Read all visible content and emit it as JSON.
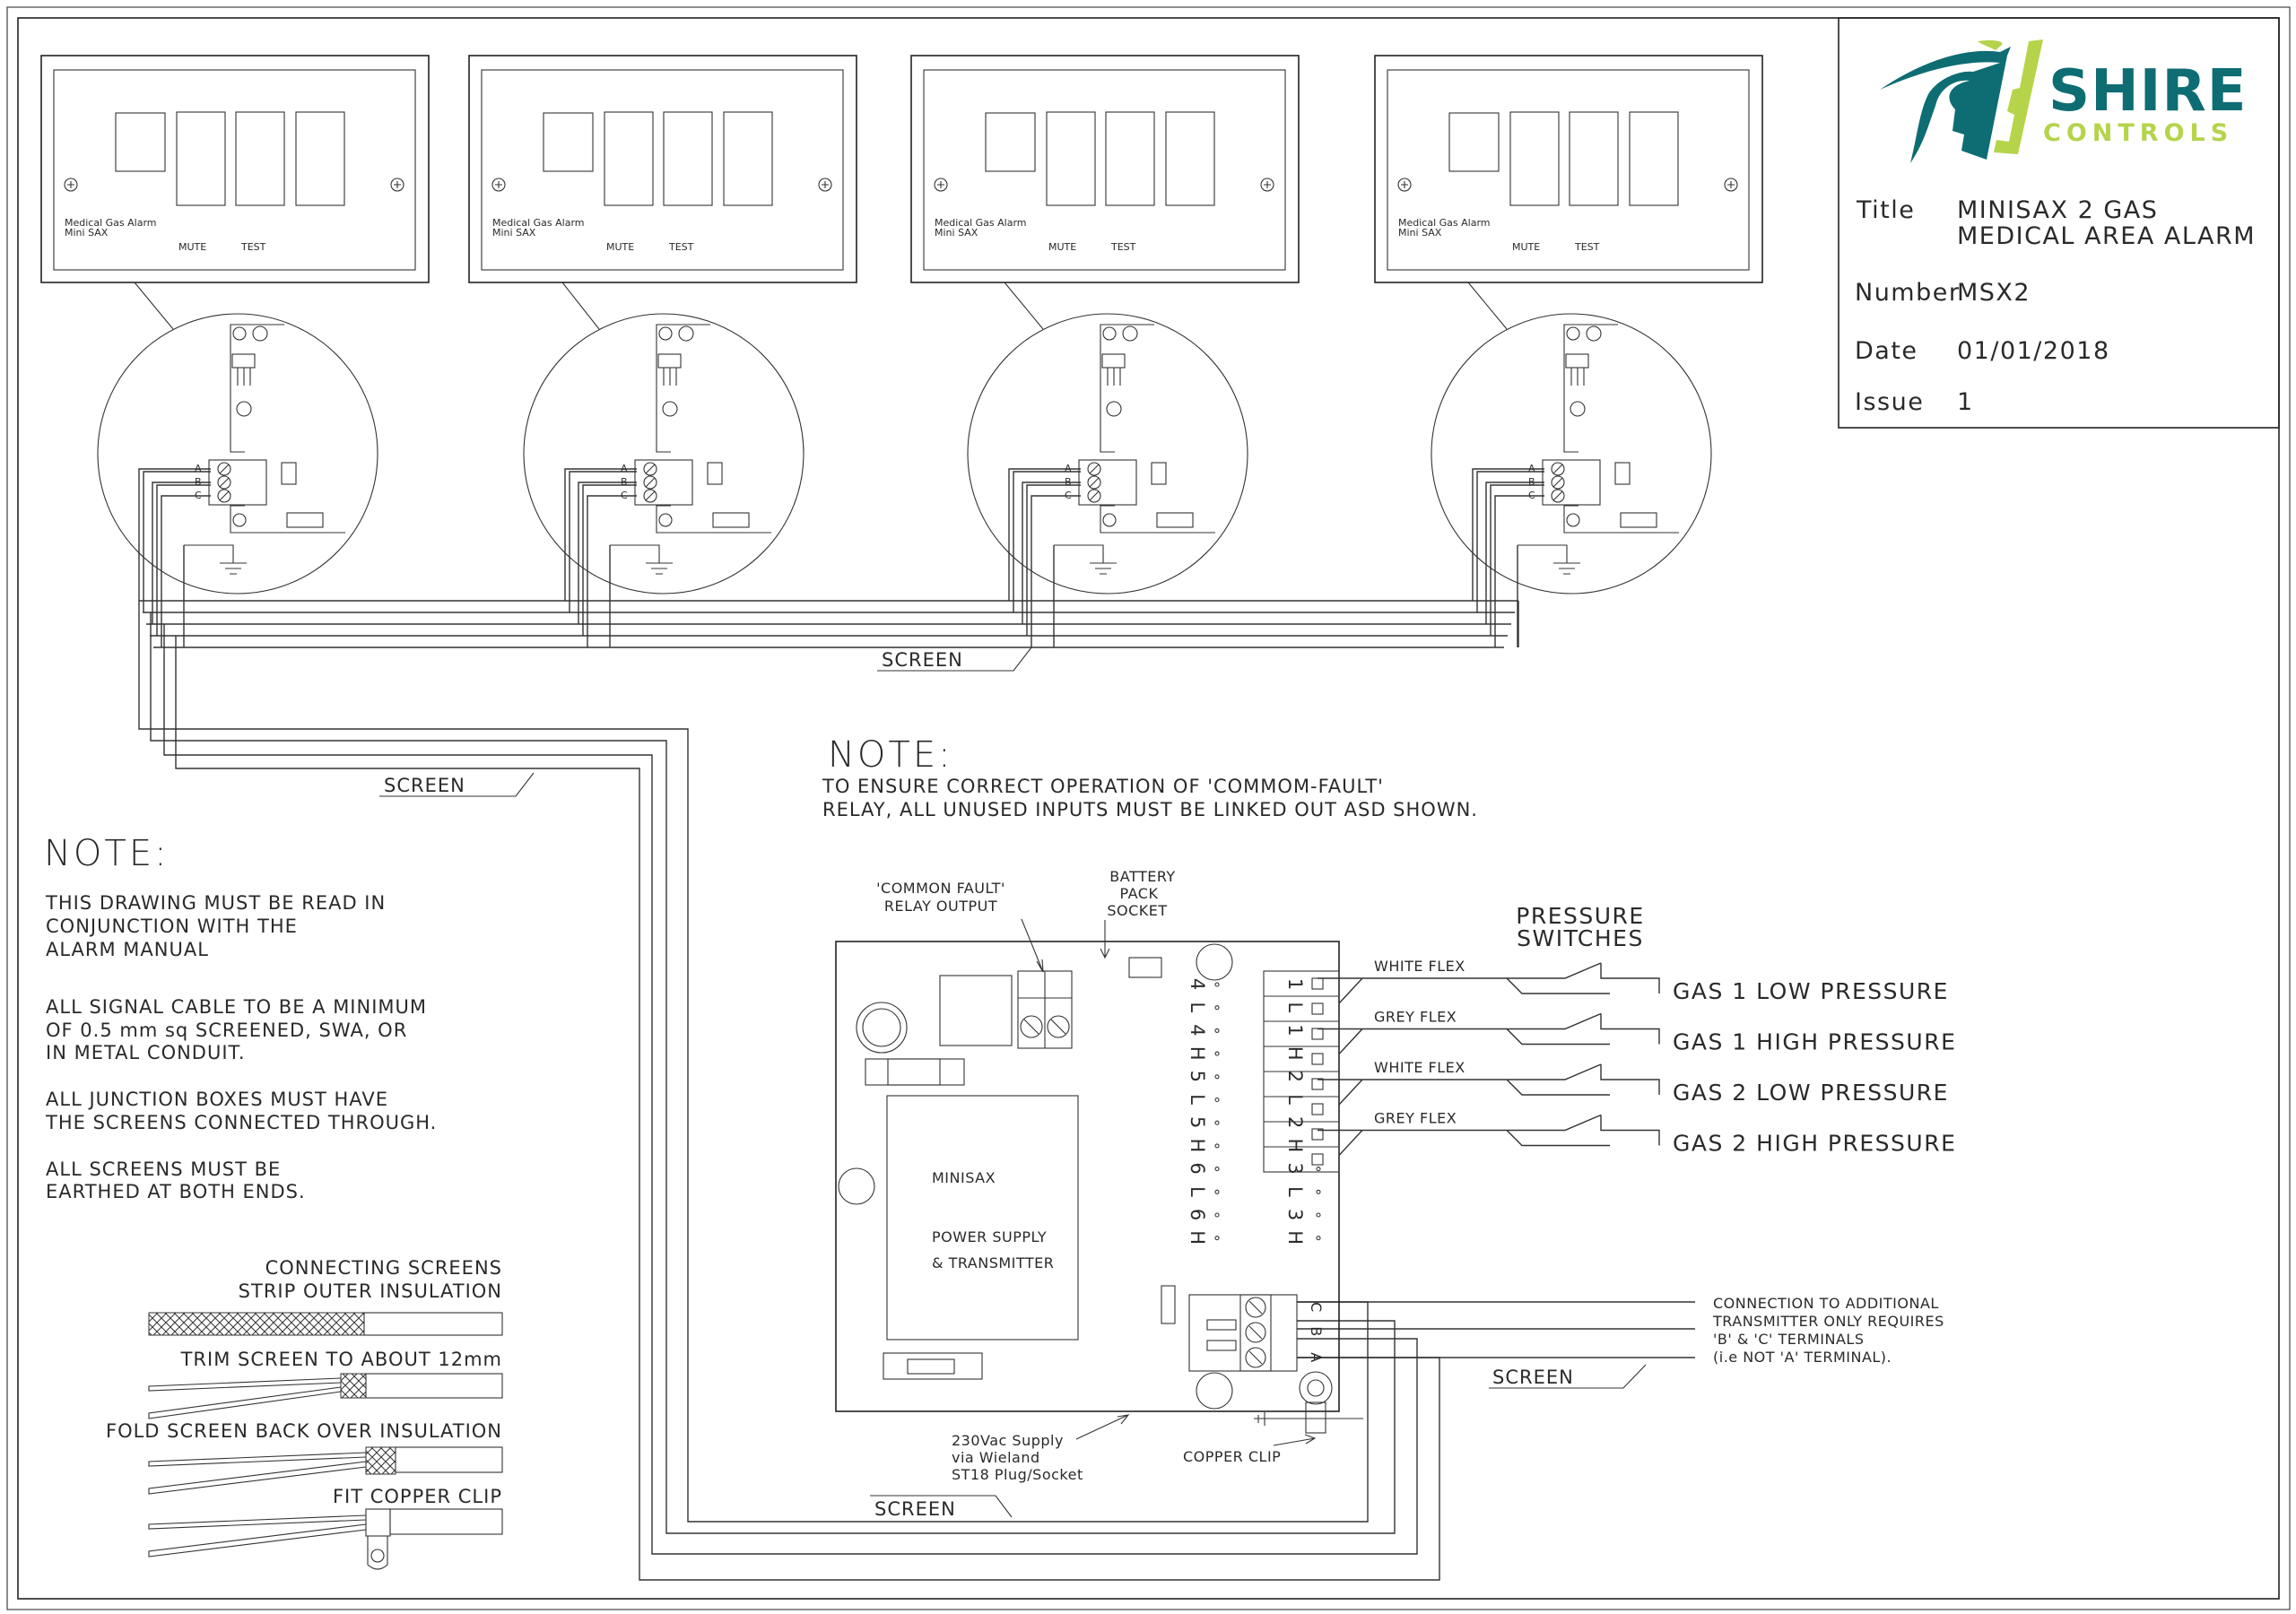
{
  "title_block": {
    "logo_word_1": "SHIRE",
    "logo_word_2": "CONTROLS",
    "title_label": "Title",
    "title_line_1": "MINISAX 2 GAS",
    "title_line_2": "MEDICAL AREA ALARM",
    "number_label": "Number",
    "number_value": "MSX2",
    "date_label": "Date",
    "date_value": "01/01/2018",
    "issue_label": "Issue",
    "issue_value": "1"
  },
  "alarm_units": [
    {
      "label_1": "Medical Gas Alarm",
      "label_2": "Mini SAX",
      "mute": "MUTE",
      "test": "TEST",
      "terminals": [
        "A",
        "B",
        "C"
      ]
    },
    {
      "label_1": "Medical Gas Alarm",
      "label_2": "Mini SAX",
      "mute": "MUTE",
      "test": "TEST",
      "terminals": [
        "A",
        "B",
        "C"
      ]
    },
    {
      "label_1": "Medical Gas Alarm",
      "label_2": "Mini SAX",
      "mute": "MUTE",
      "test": "TEST",
      "terminals": [
        "A",
        "B",
        "C"
      ]
    },
    {
      "label_1": "Medical Gas Alarm",
      "label_2": "Mini SAX",
      "mute": "MUTE",
      "test": "TEST",
      "terminals": [
        "A",
        "B",
        "C"
      ]
    }
  ],
  "screen_labels": [
    "SCREEN",
    "SCREEN",
    "SCREEN",
    "SCREEN"
  ],
  "note_left": {
    "heading": "NOTE:",
    "lines": [
      "THIS DRAWING MUST BE READ IN",
      "CONJUNCTION WITH THE",
      "ALARM MANUAL",
      "ALL SIGNAL CABLE TO BE A MINIMUM",
      "OF 0.5 mm sq SCREENED, SWA, OR",
      "IN METAL CONDUIT.",
      "ALL JUNCTION BOXES MUST HAVE",
      "THE SCREENS CONNECTED THROUGH.",
      "ALL SCREENS MUST BE",
      "EARTHED AT BOTH ENDS."
    ]
  },
  "note_center": {
    "heading": "NOTE:",
    "lines": [
      "TO ENSURE CORRECT OPERATION OF 'COMMOM-FAULT'",
      "RELAY, ALL UNUSED INPUTS MUST BE LINKED OUT ASD SHOWN."
    ]
  },
  "cable_steps": {
    "step_1_line_1": "CONNECTING SCREENS",
    "step_1_line_2": "STRIP OUTER INSULATION",
    "step_2": "TRIM SCREEN TO ABOUT 12mm",
    "step_3": "FOLD SCREEN BACK OVER INSULATION",
    "step_4": "FIT COPPER CLIP"
  },
  "controller": {
    "common_fault_line_1": "'COMMON FAULT'",
    "common_fault_line_2": "RELAY OUTPUT",
    "battery_line_1": "BATTERY",
    "battery_line_2": "PACK",
    "battery_line_3": "SOCKET",
    "name": "MINISAX",
    "desc_line_1": "POWER SUPPLY",
    "desc_line_2": "& TRANSMITTER",
    "inputs_left": [
      "4",
      "L",
      "4",
      "H",
      "5",
      "L",
      "5",
      "H",
      "6",
      "L",
      "6",
      "H"
    ],
    "inputs_right": [
      "1",
      "L",
      "1",
      "H",
      "2",
      "L",
      "2",
      "H",
      "3",
      "L",
      "3",
      "H"
    ],
    "abc_terminals": [
      "C",
      "B",
      "A"
    ],
    "supply_line_1": "230Vac Supply",
    "supply_line_2": "via Wieland",
    "supply_line_3": "ST18 Plug/Socket",
    "copper_clip": "COPPER CLIP"
  },
  "pressure_switches": {
    "heading_1": "PRESSURE",
    "heading_2": "SWITCHES",
    "switches": [
      {
        "flex": "WHITE FLEX",
        "label": "GAS 1 LOW PRESSURE"
      },
      {
        "flex": "GREY FLEX",
        "label": "GAS 1 HIGH PRESSURE"
      },
      {
        "flex": "WHITE FLEX",
        "label": "GAS 2 LOW PRESSURE"
      },
      {
        "flex": "GREY FLEX",
        "label": "GAS 2 HIGH PRESSURE"
      }
    ]
  },
  "additional_transmitter_note": [
    "CONNECTION TO ADDITIONAL",
    "TRANSMITTER ONLY REQUIRES",
    "'B' & 'C' TERMINALS",
    "(i.e NOT 'A' TERMINAL)."
  ],
  "colors": {
    "logo_teal": "#0e6d73",
    "logo_lime": "#b5d44a",
    "line": "#222222"
  }
}
